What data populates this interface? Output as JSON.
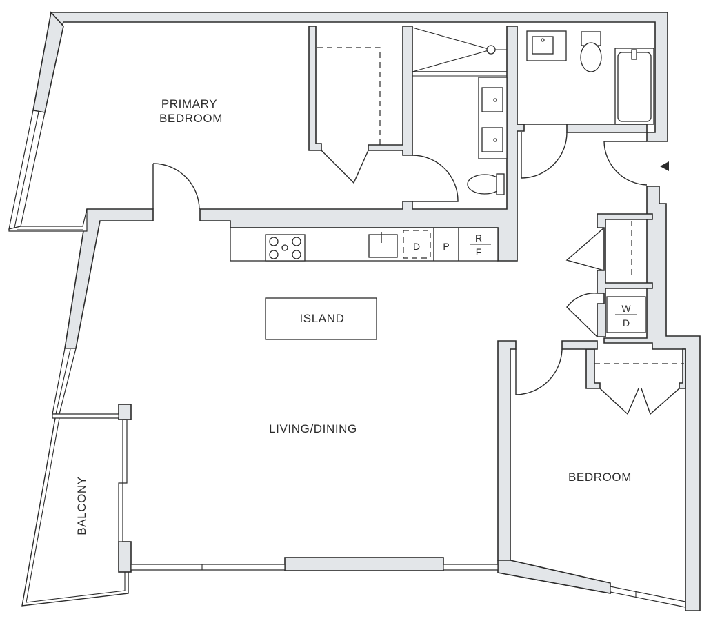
{
  "rooms": {
    "primary_bedroom": [
      "PRIMARY",
      "BEDROOM"
    ],
    "living_dining": "LIVING/DINING",
    "island": "ISLAND",
    "bedroom": "BEDROOM",
    "balcony": "BALCONY"
  },
  "appliances": {
    "dishwasher": "D",
    "pantry": "P",
    "fridge_top": "R",
    "fridge_bottom": "F",
    "washer": "W",
    "dryer": "D"
  },
  "colors": {
    "wall_fill": "#e3e6e9",
    "line": "#2b2b2b",
    "background": "#ffffff"
  }
}
